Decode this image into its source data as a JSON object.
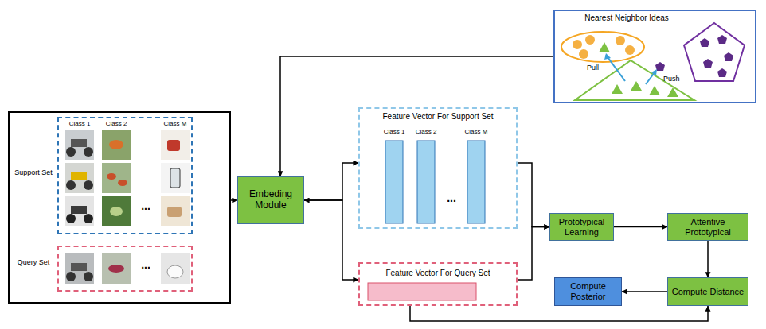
{
  "diagram": {
    "nodes": [
      {
        "text": [
          "Support Set",
          "Query Set"
        ]
      },
      {
        "text": [
          "Class 1",
          "Class 2",
          "Class M",
          "..."
        ],
        "in": 0
      },
      {
        "text": [
          "..."
        ],
        "in": 0
      },
      {
        "text": [
          "Embeding Module"
        ]
      },
      {
        "text": [
          "Nearest Neighbor Ideas"
        ]
      },
      {
        "text": [
          "Feature Vector For Support Set",
          "Class 1",
          "Class 2",
          "...",
          "Class M"
        ]
      },
      {
        "text": [
          "Feature Vector For Query Set"
        ]
      },
      {
        "text": [
          "Prototypical Learning"
        ]
      },
      {
        "text": [
          "Attentive Prototypical"
        ]
      },
      {
        "text": [
          "Compute Posterior"
        ]
      },
      {
        "text": [
          "Compute Distance"
        ]
      }
    ],
    "edges": [
      {
        "from": 0,
        "to": 3,
        "arrow": "to"
      },
      {
        "from": 4,
        "to": 3,
        "arrow": "to"
      },
      {
        "from": 3,
        "to": 5,
        "arrow": "both"
      },
      {
        "from": 3,
        "to": 6,
        "arrow": "to"
      },
      {
        "from": 5,
        "to": 7,
        "arrow": "to"
      },
      {
        "from": 6,
        "to": 7,
        "arrow": "to"
      },
      {
        "from": 7,
        "to": 8,
        "arrow": "to"
      },
      {
        "from": 8,
        "to": 10,
        "arrow": "to"
      },
      {
        "from": 10,
        "to": 9,
        "arrow": "to"
      },
      {
        "from": 6,
        "to": 10,
        "arrow": "to"
      }
    ],
    "labels": [
      "Pull",
      "Push"
    ]
  }
}
